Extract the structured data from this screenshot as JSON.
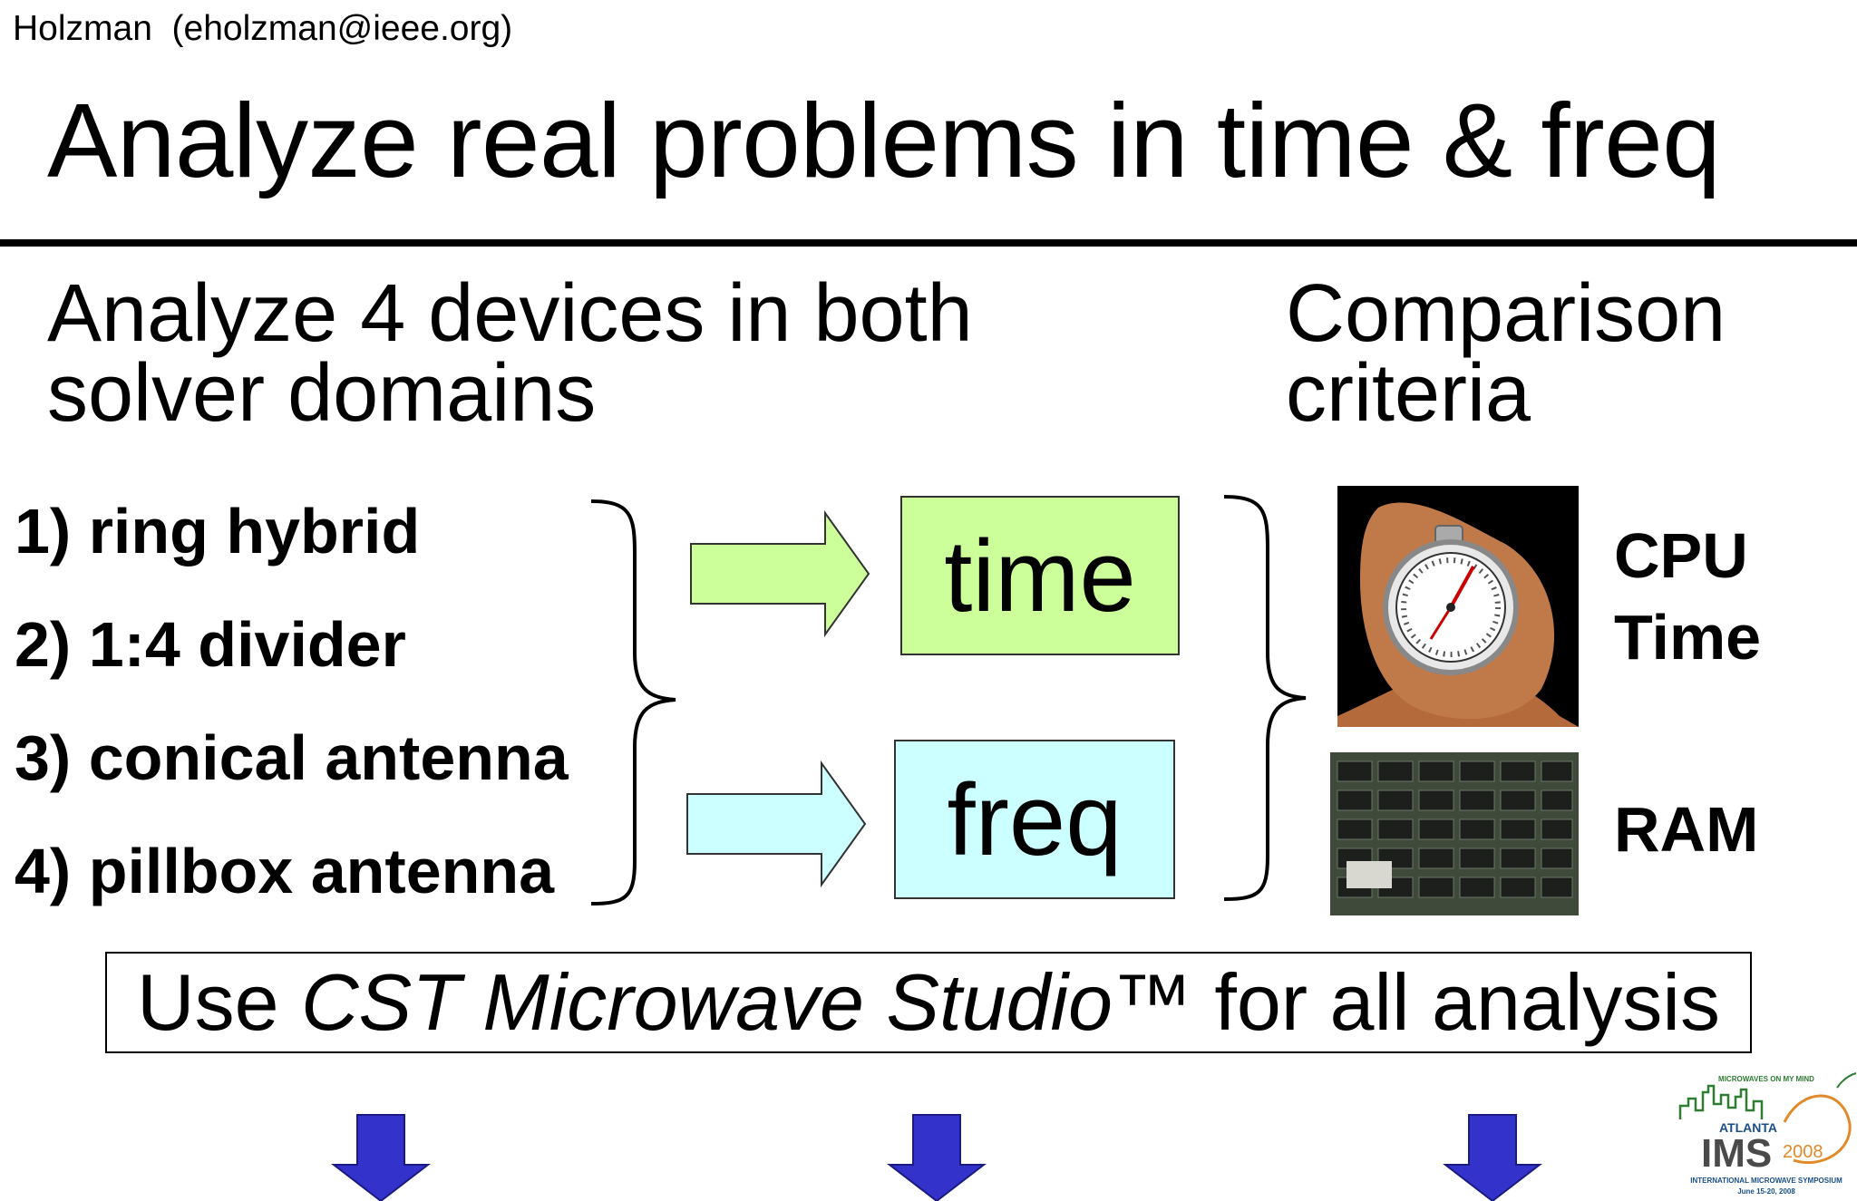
{
  "author": "Holzman  (eholzman@ieee.org)",
  "title": "Analyze real problems in time & freq",
  "left_heading": {
    "line1": "Analyze 4 devices in both",
    "line2": "solver domains"
  },
  "right_heading": {
    "line1": "Comparison",
    "line2": "criteria"
  },
  "devices": [
    "1) ring hybrid",
    "2) 1:4 divider",
    "3) conical antenna",
    "4) pillbox antenna"
  ],
  "domains": {
    "time": "time",
    "freq": "freq"
  },
  "criteria": {
    "cpu_line1": "CPU",
    "cpu_line2": "Time",
    "ram": "RAM"
  },
  "cst": {
    "prefix": "Use ",
    "product": "CST Microwave Studio",
    "suffix": "™ for all analysis"
  },
  "logo": {
    "top": "MICROWAVES ON MY MIND",
    "city": "ATLANTA",
    "name": "IMS",
    "year": "2008",
    "full": "INTERNATIONAL MICROWAVE SYMPOSIUM",
    "dates": "June 15-20, 2008"
  },
  "colors": {
    "time_fill": "#ccff99",
    "freq_fill": "#ccffff",
    "down_arrow": "#3333cc",
    "logo_green": "#2e7d32",
    "logo_blue": "#1a4f8a",
    "logo_orange": "#e08a2a"
  },
  "icons": {
    "time_arrow": "right-arrow-icon",
    "freq_arrow": "right-arrow-icon",
    "stopwatch": "stopwatch-icon",
    "ram": "ram-chip-icon",
    "down_arrows": "down-arrow-icon"
  }
}
